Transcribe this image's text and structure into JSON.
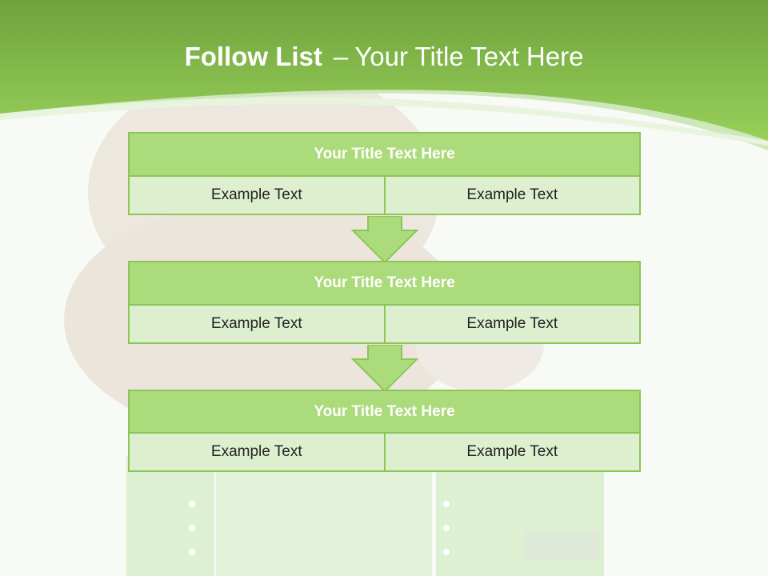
{
  "title": {
    "bold": "Follow List",
    "separator": "–",
    "rest": "Your Title Text Here"
  },
  "steps": [
    {
      "title": "Your Title Text Here",
      "left": "Example Text",
      "right": "Example Text"
    },
    {
      "title": "Your Title Text Here",
      "left": "Example Text",
      "right": "Example Text"
    },
    {
      "title": "Your Title Text Here",
      "left": "Example Text",
      "right": "Example Text"
    }
  ],
  "colors": {
    "header_green": "#8cc85a",
    "box_title": "#acdb7c",
    "box_cell": "#deefd0",
    "border": "#8cc656"
  }
}
